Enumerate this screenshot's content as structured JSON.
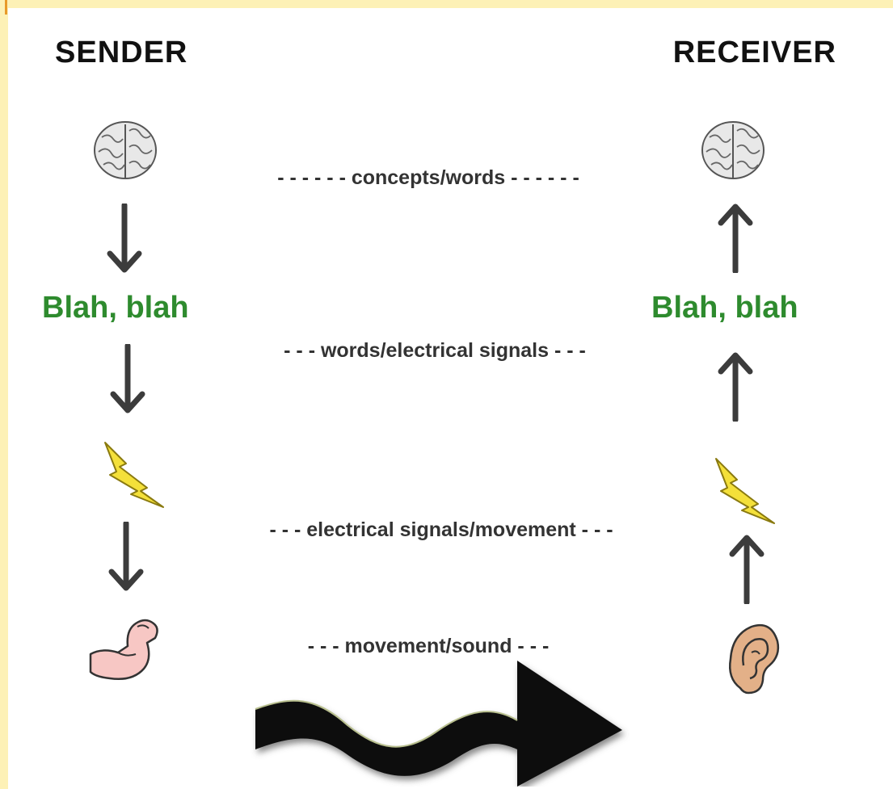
{
  "sender": {
    "title": "SENDER",
    "blah": "Blah, blah"
  },
  "receiver": {
    "title": "RECEIVER",
    "blah": "Blah, blah"
  },
  "links": [
    "- - - - - - concepts/words - - - - - -",
    "- - - words/electrical signals - - -",
    "- - - electrical signals/movement - - -",
    "- - - movement/sound - - -"
  ],
  "icons": {
    "sender": [
      "brain-icon",
      "lightning-bolt-icon",
      "arm-muscle-icon"
    ],
    "receiver": [
      "brain-icon",
      "lightning-bolt-icon",
      "ear-icon"
    ],
    "wave": "wave-arrow-icon"
  },
  "colors": {
    "background": "#ffffff",
    "border": "#fdf1b6",
    "blah_text": "#2e8b2e",
    "arrow": "#3c3c3c",
    "bolt": "#f4e03a"
  }
}
